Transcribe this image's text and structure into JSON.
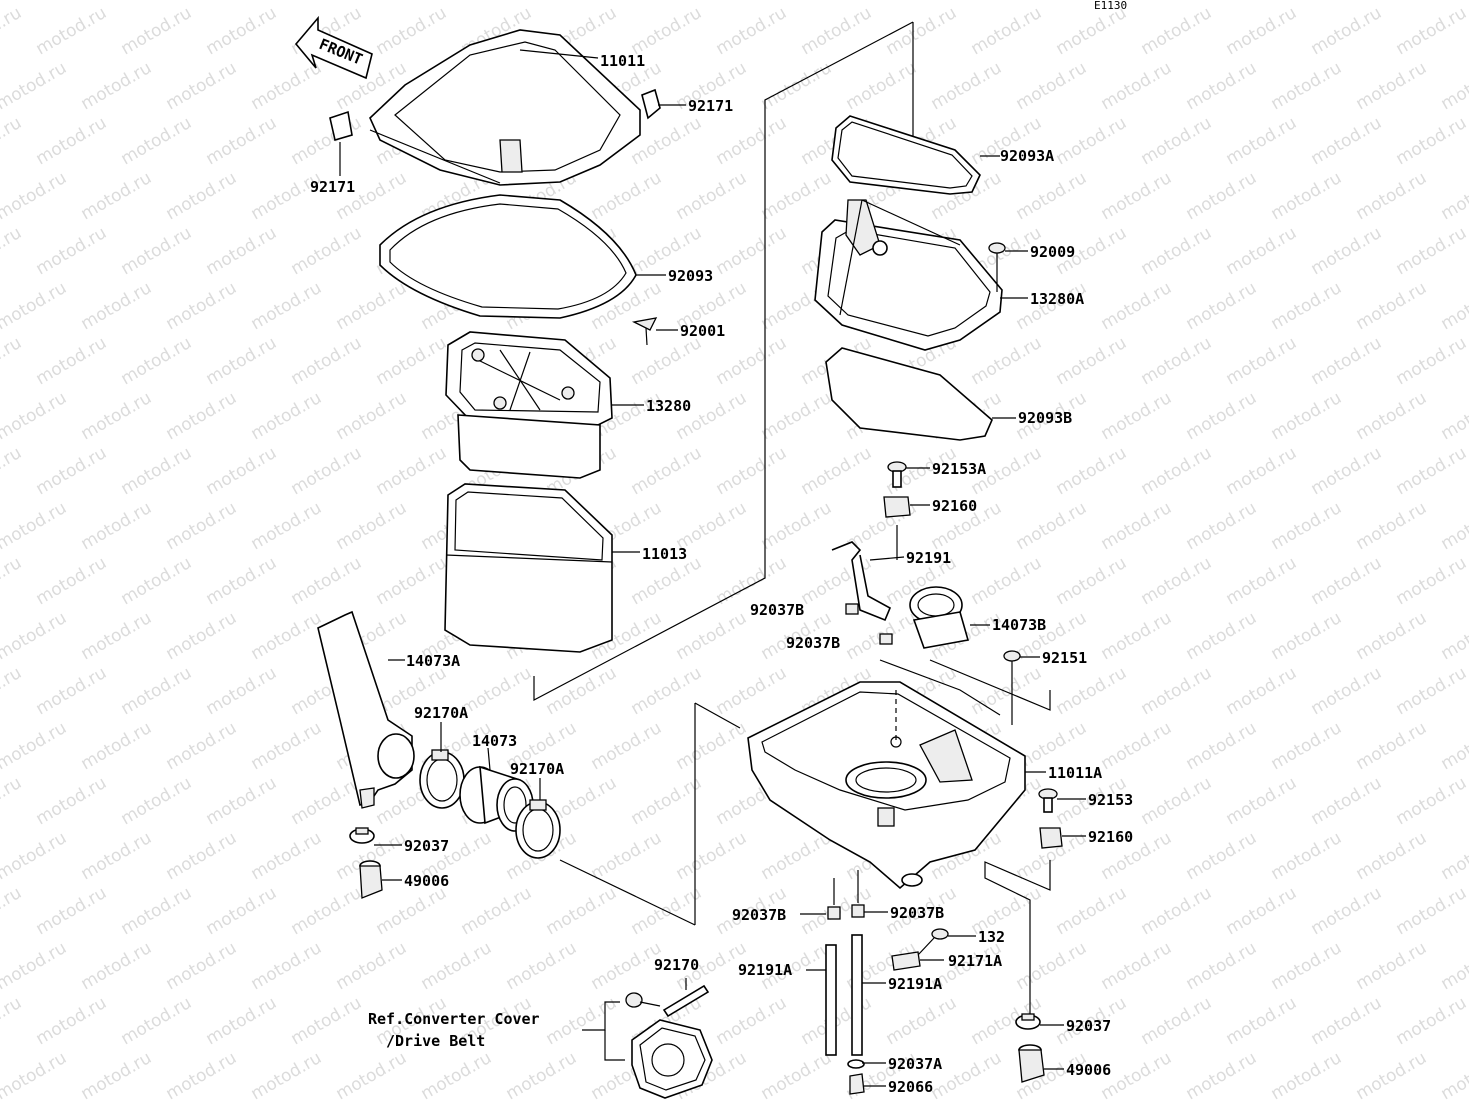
{
  "diagram": {
    "code": "E1130",
    "front_label": "FRONT",
    "watermark": "motod.ru",
    "ref_note_line1": "Ref.Converter Cover",
    "ref_note_line2": "/Drive Belt"
  },
  "parts": [
    {
      "id": "p11011",
      "label": "11011"
    },
    {
      "id": "p92171a",
      "label": "92171"
    },
    {
      "id": "p92171b",
      "label": "92171"
    },
    {
      "id": "p92093",
      "label": "92093"
    },
    {
      "id": "p92001",
      "label": "92001"
    },
    {
      "id": "p13280",
      "label": "13280"
    },
    {
      "id": "p11013",
      "label": "11013"
    },
    {
      "id": "p14073A",
      "label": "14073A"
    },
    {
      "id": "p92170A_1",
      "label": "92170A"
    },
    {
      "id": "p14073",
      "label": "14073"
    },
    {
      "id": "p92170A_2",
      "label": "92170A"
    },
    {
      "id": "p92037_l",
      "label": "92037"
    },
    {
      "id": "p49006_l",
      "label": "49006"
    },
    {
      "id": "p92093A",
      "label": "92093A"
    },
    {
      "id": "p92009",
      "label": "92009"
    },
    {
      "id": "p13280A",
      "label": "13280A"
    },
    {
      "id": "p92093B",
      "label": "92093B"
    },
    {
      "id": "p92153A",
      "label": "92153A"
    },
    {
      "id": "p92160_t",
      "label": "92160"
    },
    {
      "id": "p92191",
      "label": "92191"
    },
    {
      "id": "p92037B_1",
      "label": "92037B"
    },
    {
      "id": "p14073B",
      "label": "14073B"
    },
    {
      "id": "p92037B_2",
      "label": "92037B"
    },
    {
      "id": "p92151",
      "label": "92151"
    },
    {
      "id": "p11011A",
      "label": "11011A"
    },
    {
      "id": "p92153",
      "label": "92153"
    },
    {
      "id": "p92160_b",
      "label": "92160"
    },
    {
      "id": "p92037B_3",
      "label": "92037B"
    },
    {
      "id": "p92037B_4",
      "label": "92037B"
    },
    {
      "id": "p132",
      "label": "132"
    },
    {
      "id": "p92191A_1",
      "label": "92191A"
    },
    {
      "id": "p92171A",
      "label": "92171A"
    },
    {
      "id": "p92191A_2",
      "label": "92191A"
    },
    {
      "id": "p92170",
      "label": "92170"
    },
    {
      "id": "p92037_r",
      "label": "92037"
    },
    {
      "id": "p92037A",
      "label": "92037A"
    },
    {
      "id": "p49006_r",
      "label": "49006"
    },
    {
      "id": "p92066",
      "label": "92066"
    }
  ]
}
